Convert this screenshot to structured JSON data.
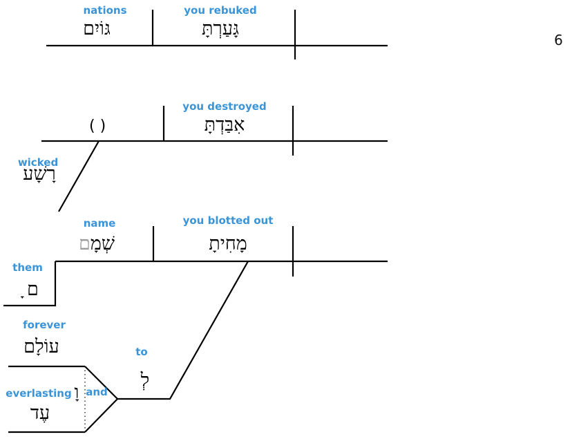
{
  "verse_number": "6",
  "clause1": {
    "subject": {
      "hebrew": "גּוֹיִם",
      "gloss": "nations"
    },
    "verb": {
      "hebrew": "גָּעַרְתָּ",
      "gloss": "you rebuked"
    }
  },
  "clause2": {
    "subject": {
      "placeholder": "(   )"
    },
    "verb": {
      "hebrew": "אִבַּדְתָּ",
      "gloss": "you destroyed"
    },
    "object_modifier": {
      "hebrew": "רָשָׁע",
      "gloss": "wicked"
    }
  },
  "clause3": {
    "object": {
      "hebrew": "שְׁמָ",
      "hebrew_suffix": "ם",
      "gloss": "name"
    },
    "verb": {
      "hebrew": "מָחִיתָ",
      "gloss": "you blotted out"
    },
    "possessor": {
      "hebrew": "ם ָ",
      "gloss": "them"
    },
    "prep": {
      "hebrew": "לְ",
      "gloss": "to"
    },
    "compound": [
      {
        "hebrew": "עוֹלָם",
        "gloss": "forever"
      },
      {
        "hebrew": "עֶד",
        "gloss": "everlasting"
      }
    ],
    "conjunction": {
      "hebrew": "וָ",
      "gloss": "and"
    }
  },
  "colors": {
    "gloss": "#3a94d6",
    "line": "#000000",
    "ghost": "#9b9b9b"
  }
}
